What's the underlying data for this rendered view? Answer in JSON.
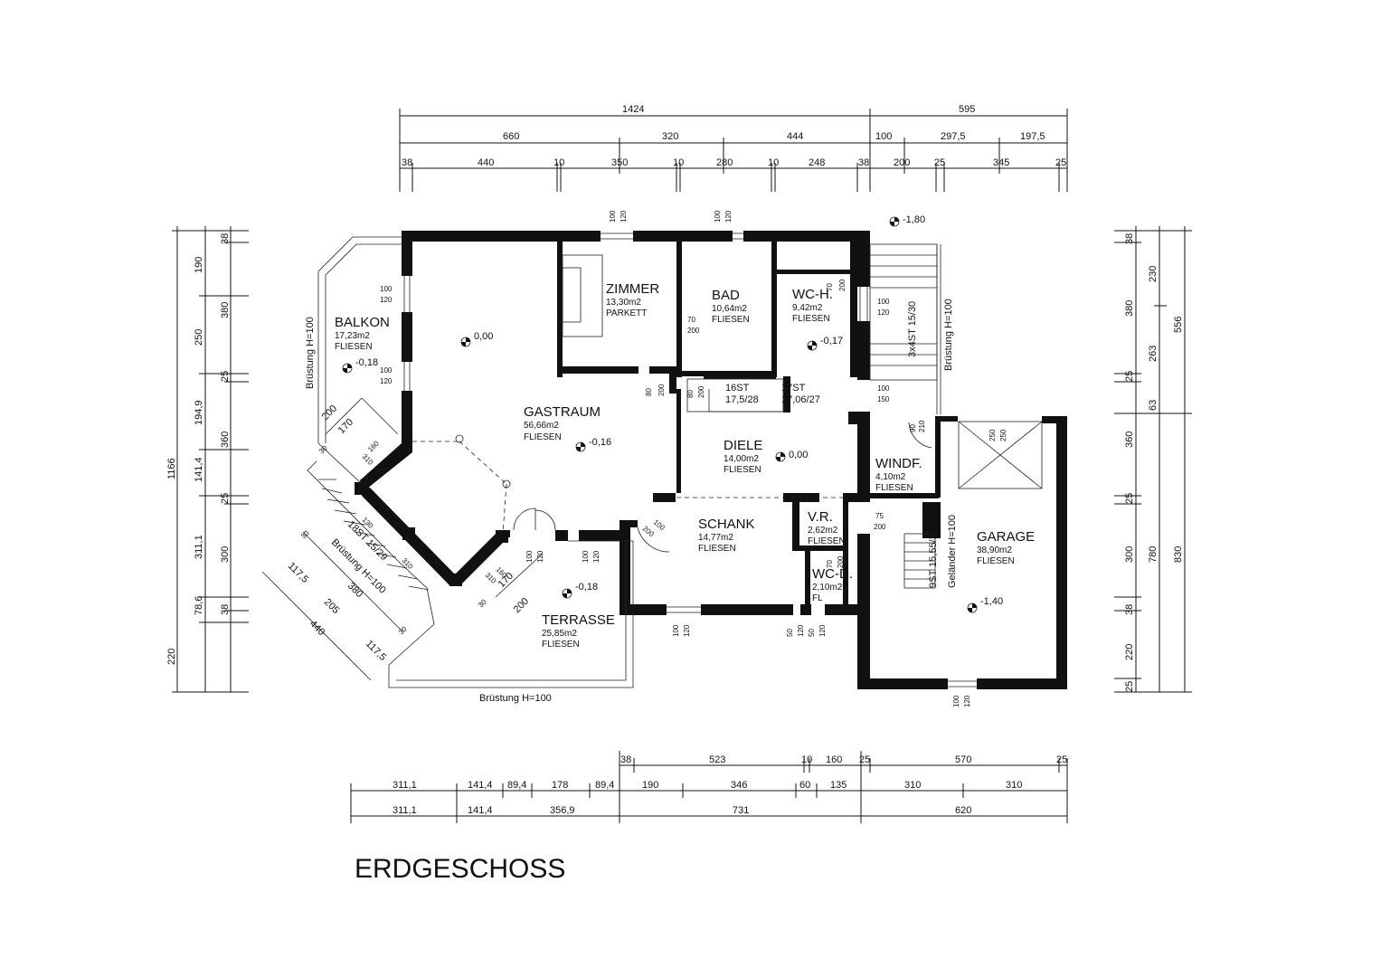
{
  "title": "ERDGESCHOSS",
  "colors": {
    "line": "#111111",
    "background": "#ffffff"
  },
  "rooms": [
    {
      "name": "ZIMMER",
      "area": "13,30m2",
      "floor": "PARKETT"
    },
    {
      "name": "BAD",
      "area": "10,64m2",
      "floor": "FLIESEN"
    },
    {
      "name": "WC-H.",
      "area": "9,42m2",
      "floor": "FLIESEN"
    },
    {
      "name": "BALKON",
      "area": "17,23m2",
      "floor": "FLIESEN"
    },
    {
      "name": "GASTRAUM",
      "area": "56,66m2",
      "floor": "FLIESEN"
    },
    {
      "name": "DIELE",
      "area": "14,00m2",
      "floor": "FLIESEN"
    },
    {
      "name": "WINDF.",
      "area": "4,10m2",
      "floor": "FLIESEN"
    },
    {
      "name": "SCHANK",
      "area": "14,77m2",
      "floor": "FLIESEN"
    },
    {
      "name": "V.R.",
      "area": "2,62m2",
      "floor": "FLIESEN"
    },
    {
      "name": "WC-D.",
      "area": "2,10m2",
      "floor": "FL"
    },
    {
      "name": "GARAGE",
      "area": "38,90m2",
      "floor": "FLIESEN"
    },
    {
      "name": "TERRASSE",
      "area": "25,85m2",
      "floor": "FLIESEN"
    }
  ],
  "levels": [
    "-1,80",
    "0,00",
    "-0,18",
    "-0,16",
    "0,00",
    "-0,17",
    "-1,40",
    "-0,18"
  ],
  "stairs": [
    "16ST",
    "17,5/28",
    "17ST",
    "17,06/27",
    "3x4ST 15/30",
    "18ST 15/29",
    "9ST 15,55/30"
  ],
  "notes": [
    "Brüstung H=100",
    "Brüstung H=100",
    "Brüstung H=100",
    "Brüstung H=100",
    "Geländer H=100"
  ],
  "dims_top_1": [
    "1424",
    "595"
  ],
  "dims_top_2": [
    "660",
    "320",
    "444",
    "100",
    "297,5",
    "197,5"
  ],
  "dims_top_3": [
    "38",
    "440",
    "10",
    "350",
    "10",
    "280",
    "10",
    "248",
    "38",
    "200",
    "25",
    "345",
    "25"
  ],
  "dims_left_outer": [
    "1166"
  ],
  "dims_left_mid": [
    "190",
    "250",
    "194,9",
    "141,4",
    "311,1",
    "78,6",
    "220"
  ],
  "dims_left_inner": [
    "38",
    "380",
    "25",
    "360",
    "25",
    "300",
    "38"
  ],
  "dims_right_inner": [
    "38",
    "380",
    "25",
    "360",
    "25",
    "300",
    "38",
    "220",
    "25"
  ],
  "dims_right_mid": [
    "230",
    "263",
    "63",
    "780"
  ],
  "dims_right_outer": [
    "556",
    "830"
  ],
  "dims_bottom_1": [
    "38",
    "523",
    "10",
    "160",
    "25",
    "570",
    "25"
  ],
  "dims_bottom_2": [
    "311,1",
    "141,4",
    "89,4",
    "178",
    "89,4",
    "190",
    "346",
    "60",
    "135",
    "310",
    "310"
  ],
  "dims_bottom_3": [
    "311,1",
    "141,4",
    "356,9",
    "731",
    "620"
  ],
  "openings": [
    "100",
    "120",
    "100",
    "120",
    "100",
    "120",
    "100",
    "120",
    "100",
    "120",
    "100",
    "120",
    "100",
    "150",
    "100",
    "120",
    "100",
    "120",
    "50",
    "120",
    "50",
    "120",
    "100",
    "120"
  ],
  "door_dims": [
    "70",
    "200",
    "80",
    "200",
    "80",
    "200",
    "70",
    "200",
    "90",
    "210",
    "75",
    "200",
    "100",
    "200",
    "70",
    "200",
    "250",
    "250"
  ],
  "diag_dims": [
    "200",
    "170",
    "160",
    "310",
    "30",
    "200",
    "170",
    "160",
    "310",
    "30",
    "117,5",
    "205",
    "117,5",
    "380",
    "440",
    "30",
    "30",
    "130",
    "310"
  ]
}
